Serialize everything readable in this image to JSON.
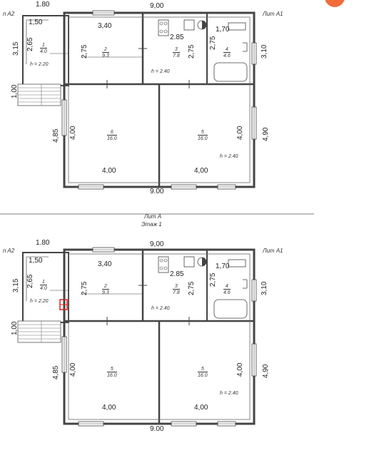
{
  "plans": [
    {
      "labels": {
        "lit_a2": "n A2",
        "lit_a1": "Лит A1",
        "dim_top_left": "1.80",
        "dim_top": "9,00",
        "dim_bottom": "9.00",
        "dim_150": "1,50",
        "dim_340": "3,40",
        "dim_285": "2.85",
        "dim_170": "1,70",
        "dim_315": "3,15",
        "dim_265": "2,65",
        "dim_275a": "2,75",
        "dim_275b": "2,75",
        "dim_275c": "2,75",
        "dim_310": "3,10",
        "dim_100": "1,00",
        "dim_485": "4,85",
        "dim_400_left": "4,00",
        "dim_400_right": "4,00",
        "dim_490": "4,90",
        "dim_400_bottom_a": "4,00",
        "dim_400_bottom_b": "4,00",
        "h_220": "h = 2.20",
        "h_240a": "h = 2.40",
        "h_240b": "h = 2.40"
      },
      "rooms": [
        {
          "num": "1",
          "area": "4.0"
        },
        {
          "num": "2",
          "area": "9.3"
        },
        {
          "num": "3",
          "area": "7.8"
        },
        {
          "num": "4",
          "area": "4.6"
        },
        {
          "num": "6",
          "area": "16.0"
        },
        {
          "num": "5",
          "area": "16.0"
        }
      ]
    },
    {
      "labels": {
        "lit_a2": "n A2",
        "lit_a1": "Лит A1",
        "dim_top_left": "1.80",
        "dim_top": "9,00",
        "dim_bottom": "9.00",
        "dim_150": "1,50",
        "dim_340": "3,40",
        "dim_285": "2.85",
        "dim_170": "1,70",
        "dim_315": "3,15",
        "dim_265": "2,65",
        "dim_275a": "2,75",
        "dim_275b": "2,75",
        "dim_275c": "2,75",
        "dim_310": "3,10",
        "dim_100": "1,00",
        "dim_485": "4,85",
        "dim_400_left": "4,00",
        "dim_400_right": "4,00",
        "dim_490": "4,90",
        "dim_400_bottom_a": "4,00",
        "dim_400_bottom_b": "4,00",
        "h_220": "h = 2.20",
        "h_240a": "h = 2.40",
        "h_240b": "h = 2.40"
      },
      "rooms": [
        {
          "num": "1",
          "area": "4.0"
        },
        {
          "num": "2",
          "area": "9.3"
        },
        {
          "num": "3",
          "area": "7.8"
        },
        {
          "num": "4",
          "area": "4.6"
        },
        {
          "num": "5",
          "area": "16.0"
        },
        {
          "num": "5",
          "area": "16.0"
        }
      ]
    }
  ],
  "caption": {
    "lit": "Лит A",
    "floor": "Этаж 1"
  },
  "colors": {
    "wall": "#444444",
    "highlight": "#e02020",
    "accent_circle": "#f26b3a"
  }
}
